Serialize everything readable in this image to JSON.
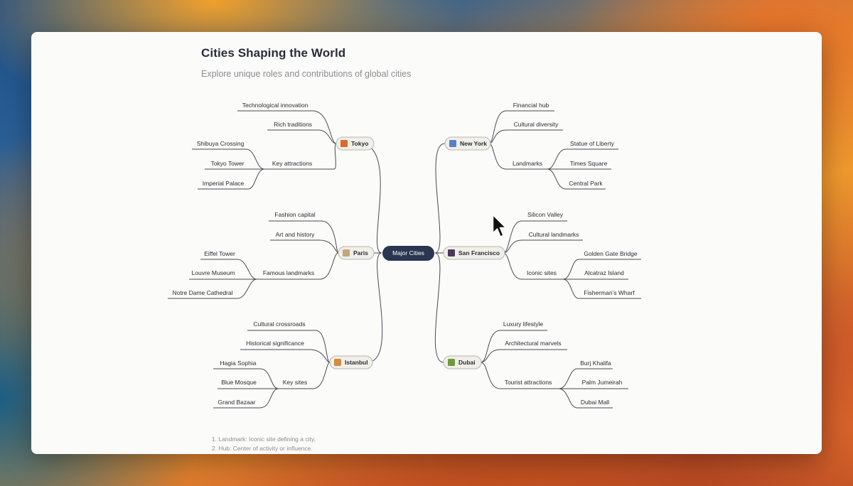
{
  "title": "Cities Shaping the World",
  "subtitle": "Explore unique roles and contributions of global cities",
  "center": "Major Cities",
  "tokyo": {
    "name": "Tokyo",
    "icon": "city-sunset-icon",
    "items": [
      "Technological innovation",
      "Rich traditions",
      "Key attractions"
    ],
    "attractions": [
      "Shibuya Crossing",
      "Tokyo Tower",
      "Imperial Palace"
    ]
  },
  "paris": {
    "name": "Paris",
    "icon": "classical-building-icon",
    "items": [
      "Fashion capital",
      "Art and history",
      "Famous landmarks"
    ],
    "landmarks": [
      "Eiffel Tower",
      "Louvre Museum",
      "Notre Dame Cathedral"
    ]
  },
  "istanbul": {
    "name": "Istanbul",
    "icon": "mosque-icon",
    "items": [
      "Cultural crossroads",
      "Historical significance",
      "Key sites"
    ],
    "sites": [
      "Hagia Sophia",
      "Blue Mosque",
      "Grand Bazaar"
    ]
  },
  "newyork": {
    "name": "New York",
    "icon": "cityscape-icon",
    "items": [
      "Financial hub",
      "Cultural diversity",
      "Landmarks"
    ],
    "landmarks": [
      "Statue of Liberty",
      "Times Square",
      "Central Park"
    ]
  },
  "sanfrancisco": {
    "name": "San Francisco",
    "icon": "bridge-at-night-icon",
    "items": [
      "Silicon Valley",
      "Cultural landmarks",
      "Iconic sites"
    ],
    "sites": [
      "Golden Gate Bridge",
      "Alcatraz Island",
      "Fisherman’s Wharf"
    ]
  },
  "dubai": {
    "name": "Dubai",
    "icon": "palm-tree-icon",
    "items": [
      "Luxury lifestyle",
      "Architectural marvels",
      "Tourist attractions"
    ],
    "attractions": [
      "Burj Khalifa",
      "Palm Jumeirah",
      "Dubai Mall"
    ]
  },
  "footnotes": [
    "1. Landmark: Iconic site defining a city.",
    "2. Hub: Center of activity or influence."
  ],
  "colors": {
    "line": "#4a4a55",
    "center_fill": "#2b3650",
    "node_fill": "#f1efe9",
    "node_stroke": "#b9b6ad"
  }
}
